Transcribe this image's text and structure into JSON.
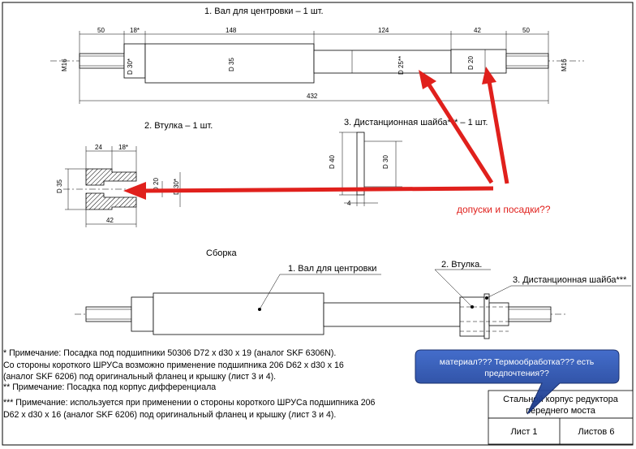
{
  "parts": {
    "shaft": {
      "title": "1. Вал для центровки – 1 шт.",
      "dims_top": [
        "50",
        "18*",
        "148",
        "124",
        "42",
        "50"
      ],
      "total": "432",
      "diams": {
        "m16_left": "M16",
        "d30": "D 30*",
        "d35": "D 35",
        "d25": "D 25**",
        "d20": "D 20",
        "m16_right": "M16"
      }
    },
    "sleeve": {
      "title": "2. Втулка – 1 шт.",
      "dims": {
        "w24": "24",
        "w18": "18*",
        "w42": "42",
        "d35": "D 35",
        "d20": "D 20",
        "d30": "D 30*"
      }
    },
    "washer": {
      "title": "3. Дистанционная шайба*** – 1 шт.",
      "dims": {
        "d40": "D 40",
        "d30": "D 30",
        "t4": "4"
      }
    }
  },
  "assembly": {
    "title": "Сборка",
    "label1": "1. Вал для центровки",
    "label2": "2. Втулка.",
    "label3": "3. Дистанционная шайба***"
  },
  "notes": [
    "* Примечание: Посадка под подшипники 50306 D72 x d30 x 19 (аналог SKF 6306N).",
    " Со стороны короткого ШРУСа возможно применение подшипника 206 D62 x d30 x 16",
    "(аналог SKF 6206)  под оригинальный фланец и крышку (лист 3 и 4).",
    "** Примечание: Посадка под корпус дифференциала",
    "*** Примечание: используется при применении о стороны короткого ШРУСа  подшипника 206",
    "D62 x d30 x 16 (аналог SKF 6206)  под оригинальный фланец и крышку (лист 3 и 4)."
  ],
  "annotations": {
    "red_text": "допуски и посадки??",
    "bubble_line1": "материал???  Термообработка???  есть",
    "bubble_line2": "предпочтения??"
  },
  "title_block": {
    "name_line1": "Стальной корпус редуктора",
    "name_line2": "переднего моста",
    "sheet": "Лист 1",
    "sheets": "Листов 6"
  },
  "colors": {
    "annotation_red": "#e0201c",
    "bubble_blue": "#1e3f9a"
  }
}
